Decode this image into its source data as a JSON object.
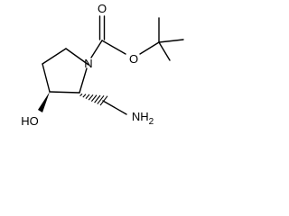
{
  "molecule": {
    "atoms": {
      "ring_nitrogen": "N",
      "carbonyl_oxygen": "O",
      "ester_oxygen": "O",
      "hydroxyl": "HO",
      "amine": "NH2"
    }
  },
  "colors": {
    "bond": "#000000",
    "label": "#000000",
    "background": "#ffffff"
  }
}
